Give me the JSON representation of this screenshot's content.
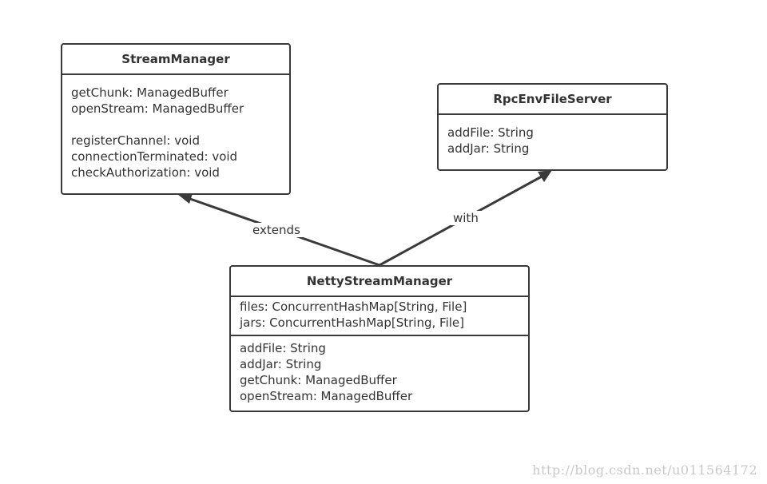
{
  "classes": {
    "stream_manager": {
      "name": "StreamManager",
      "methods_a": [
        "getChunk: ManagedBuffer",
        "openStream: ManagedBuffer"
      ],
      "methods_b": [
        "registerChannel: void",
        "connectionTerminated: void",
        "checkAuthorization: void"
      ]
    },
    "rpc_env_file_server": {
      "name": "RpcEnvFileServer",
      "methods": [
        "addFile: String",
        "addJar: String"
      ]
    },
    "netty_stream_manager": {
      "name": "NettyStreamManager",
      "fields": [
        "files: ConcurrentHashMap[String, File]",
        "jars: ConcurrentHashMap[String, File]"
      ],
      "methods": [
        "addFile: String",
        "addJar: String",
        "getChunk: ManagedBuffer",
        "openStream: ManagedBuffer"
      ]
    }
  },
  "relations": {
    "extends_label": "extends",
    "with_label": "with"
  },
  "watermark": "http://blog.csdn.net/u011564172",
  "colors": {
    "border": "#3a3a3a",
    "text": "#333333",
    "watermark": "#c8c8c8"
  }
}
